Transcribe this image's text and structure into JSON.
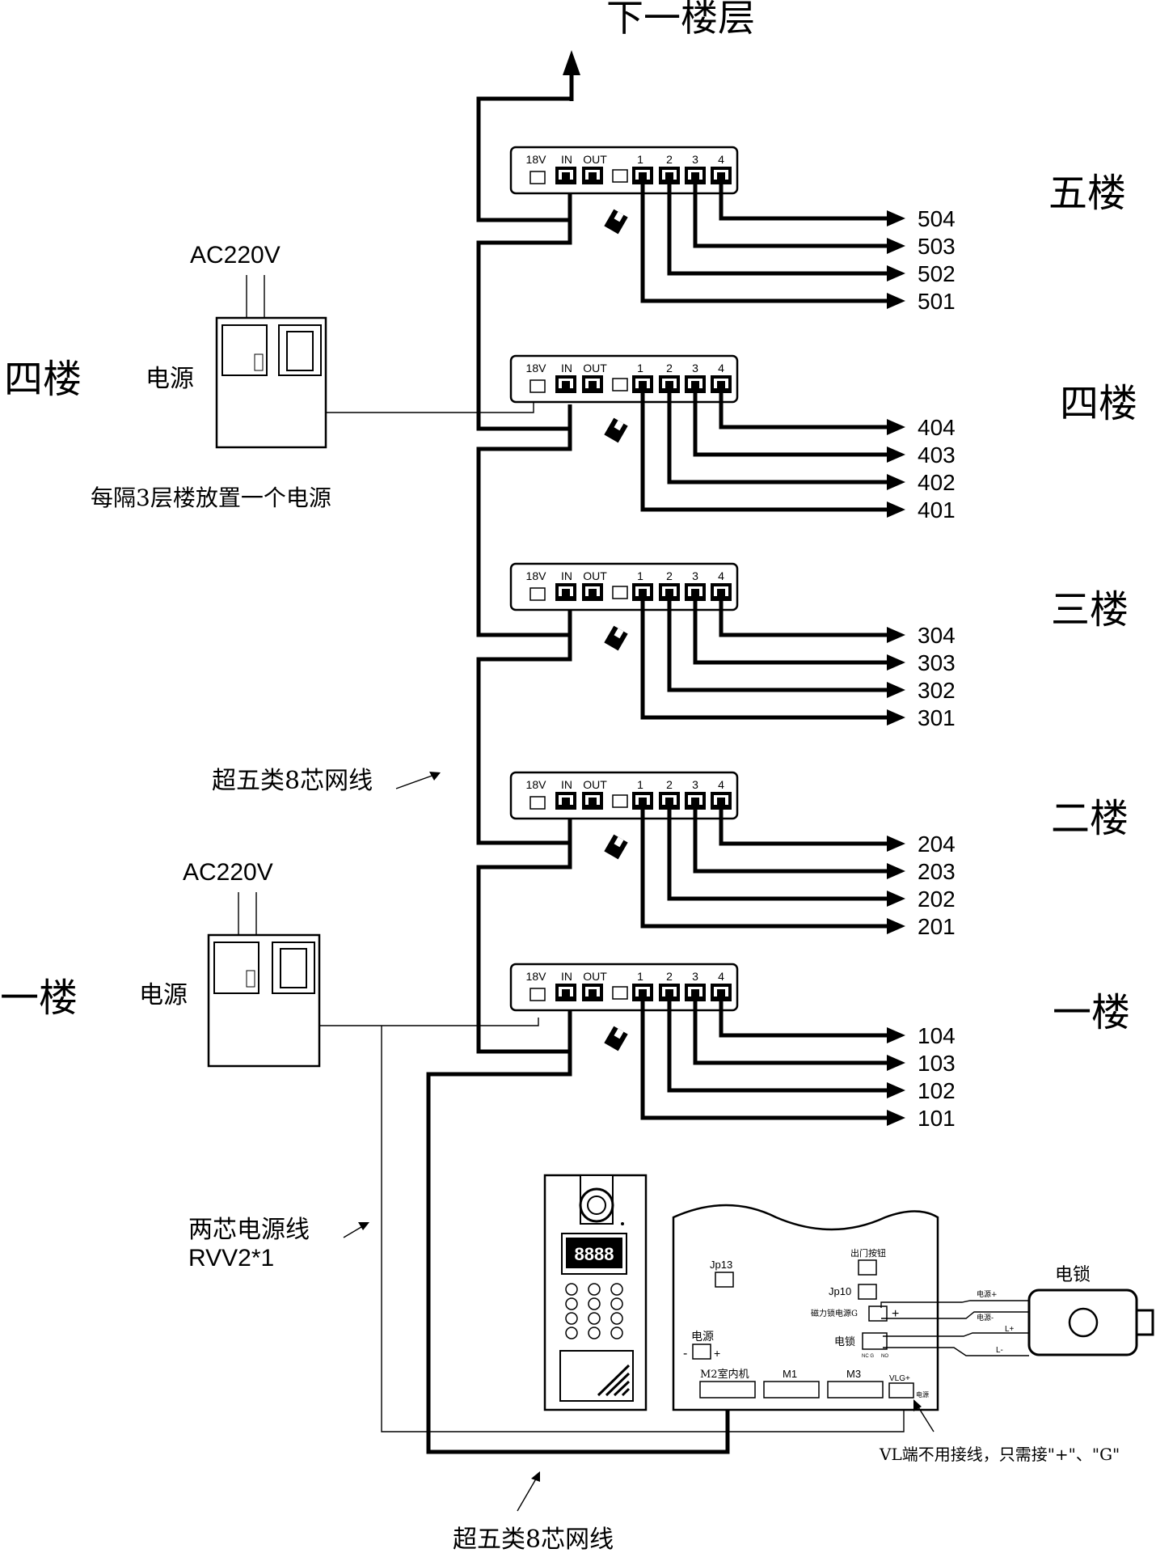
{
  "top_label": "下一楼层",
  "hub_ports": {
    "power": "18V",
    "in": "IN",
    "out": "OUT",
    "ch1": "1",
    "ch2": "2",
    "ch3": "3",
    "ch4": "4"
  },
  "floors": [
    {
      "right_label": "五楼",
      "rooms": [
        "504",
        "503",
        "502",
        "501"
      ]
    },
    {
      "right_label": "四楼",
      "rooms": [
        "404",
        "403",
        "402",
        "401"
      ]
    },
    {
      "right_label": "三楼",
      "rooms": [
        "304",
        "303",
        "302",
        "301"
      ]
    },
    {
      "right_label": "二楼",
      "rooms": [
        "204",
        "203",
        "202",
        "201"
      ]
    },
    {
      "right_label": "一楼",
      "rooms": [
        "104",
        "103",
        "102",
        "101"
      ]
    }
  ],
  "psu_upper": {
    "floor_label": "四楼",
    "ac_label": "AC220V",
    "name": "电源",
    "note": "每隔3层楼放置一个电源"
  },
  "psu_lower": {
    "floor_label": "一楼",
    "ac_label": "AC220V",
    "name": "电源"
  },
  "cable_labels": {
    "cat5e_mid": "超五类8芯网线",
    "power_line": "两芯电源线",
    "power_line_type": "RVV2*1",
    "cat5e_bottom": "超五类8芯网线"
  },
  "panel": {
    "display": "8888"
  },
  "board": {
    "exit_button": "出门按钮",
    "jp13": "Jp13",
    "jp10": "Jp10",
    "maglock_power": "磁力锁电源G",
    "lock": "电锁",
    "power": "电源",
    "m2": "M2室内机",
    "m1": "M1",
    "m3": "M3",
    "vlg": "VLG+",
    "power_small": "电源",
    "nc_no_left": "NC G",
    "nc_no_right": "NO"
  },
  "electric_lock": {
    "title": "电锁",
    "plus": "电源+",
    "minus": "电源-",
    "l_plus": "L+",
    "l_minus": "L-"
  },
  "bottom_note": "VL端不用接线，只需接\"+\"、\"G\""
}
